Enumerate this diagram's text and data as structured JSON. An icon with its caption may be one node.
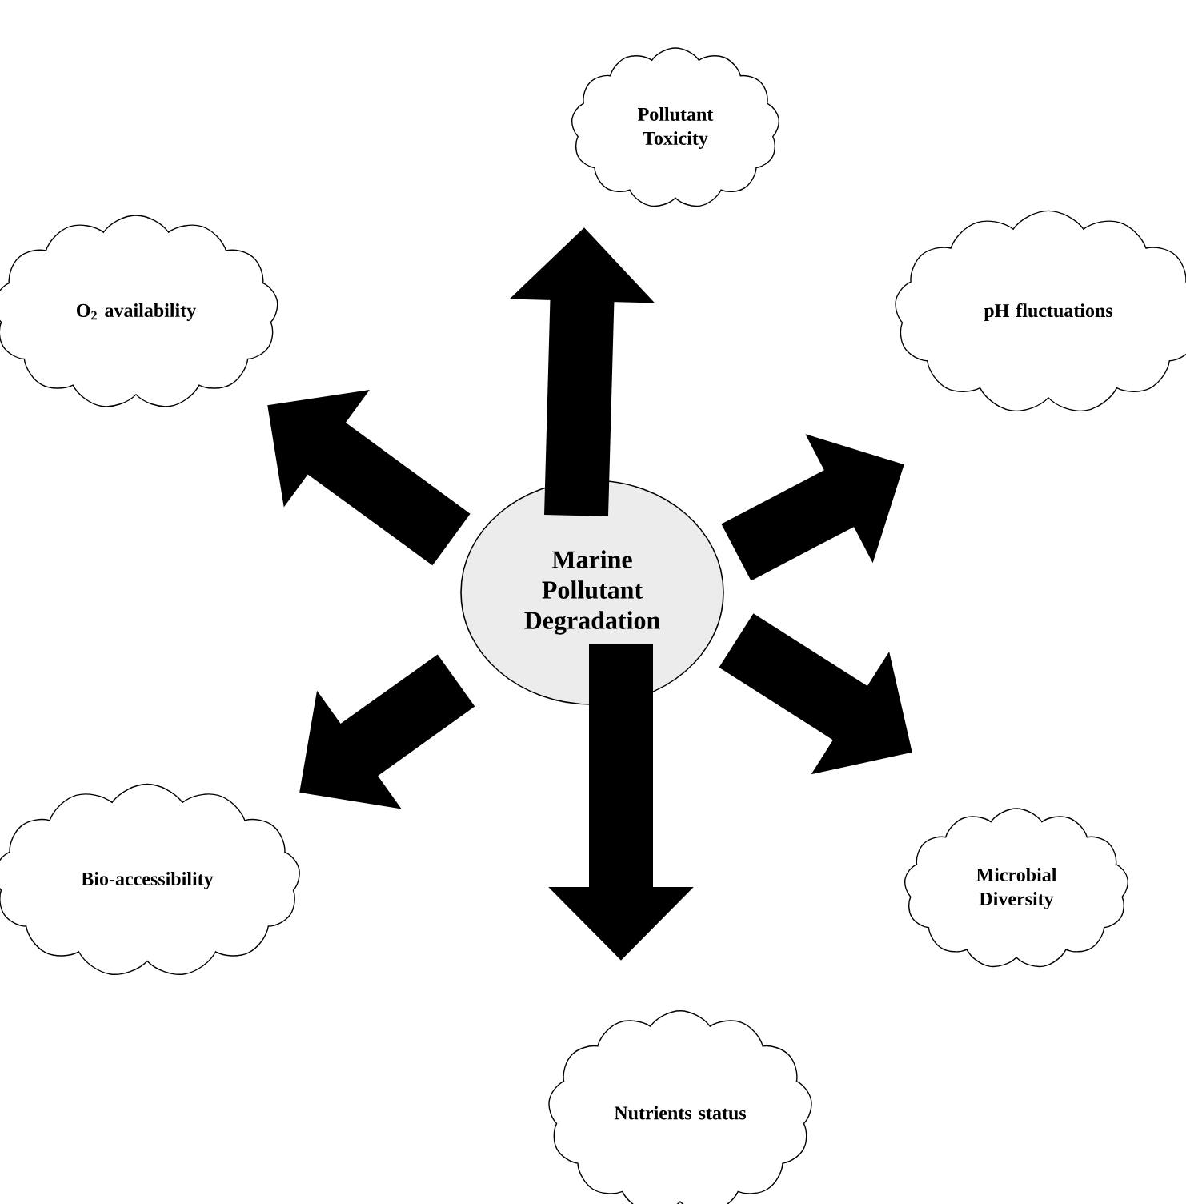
{
  "diagram": {
    "nodes": [
      {
        "text": [
          "Pollutant Toxicity"
        ]
      },
      {
        "text": [
          "O$_{2}$ availability"
        ]
      },
      {
        "text": [
          "pH fluctuations"
        ]
      },
      {
        "text": [
          "Marine Pollutant Degradation"
        ]
      },
      {
        "text": [
          "Bio-accessibility"
        ]
      },
      {
        "text": [
          "Microbial Diversity"
        ]
      },
      {
        "text": [
          "Nutrients status"
        ]
      }
    ],
    "edges": [
      {
        "from": 3,
        "to": 0,
        "arrow": "to"
      },
      {
        "from": 3,
        "to": 1,
        "arrow": "to"
      },
      {
        "from": 3,
        "to": 2,
        "arrow": "to"
      },
      {
        "from": 3,
        "to": 4,
        "arrow": "to"
      },
      {
        "from": 3,
        "to": 5,
        "arrow": "to"
      },
      {
        "from": 3,
        "to": 6,
        "arrow": "to"
      }
    ]
  }
}
